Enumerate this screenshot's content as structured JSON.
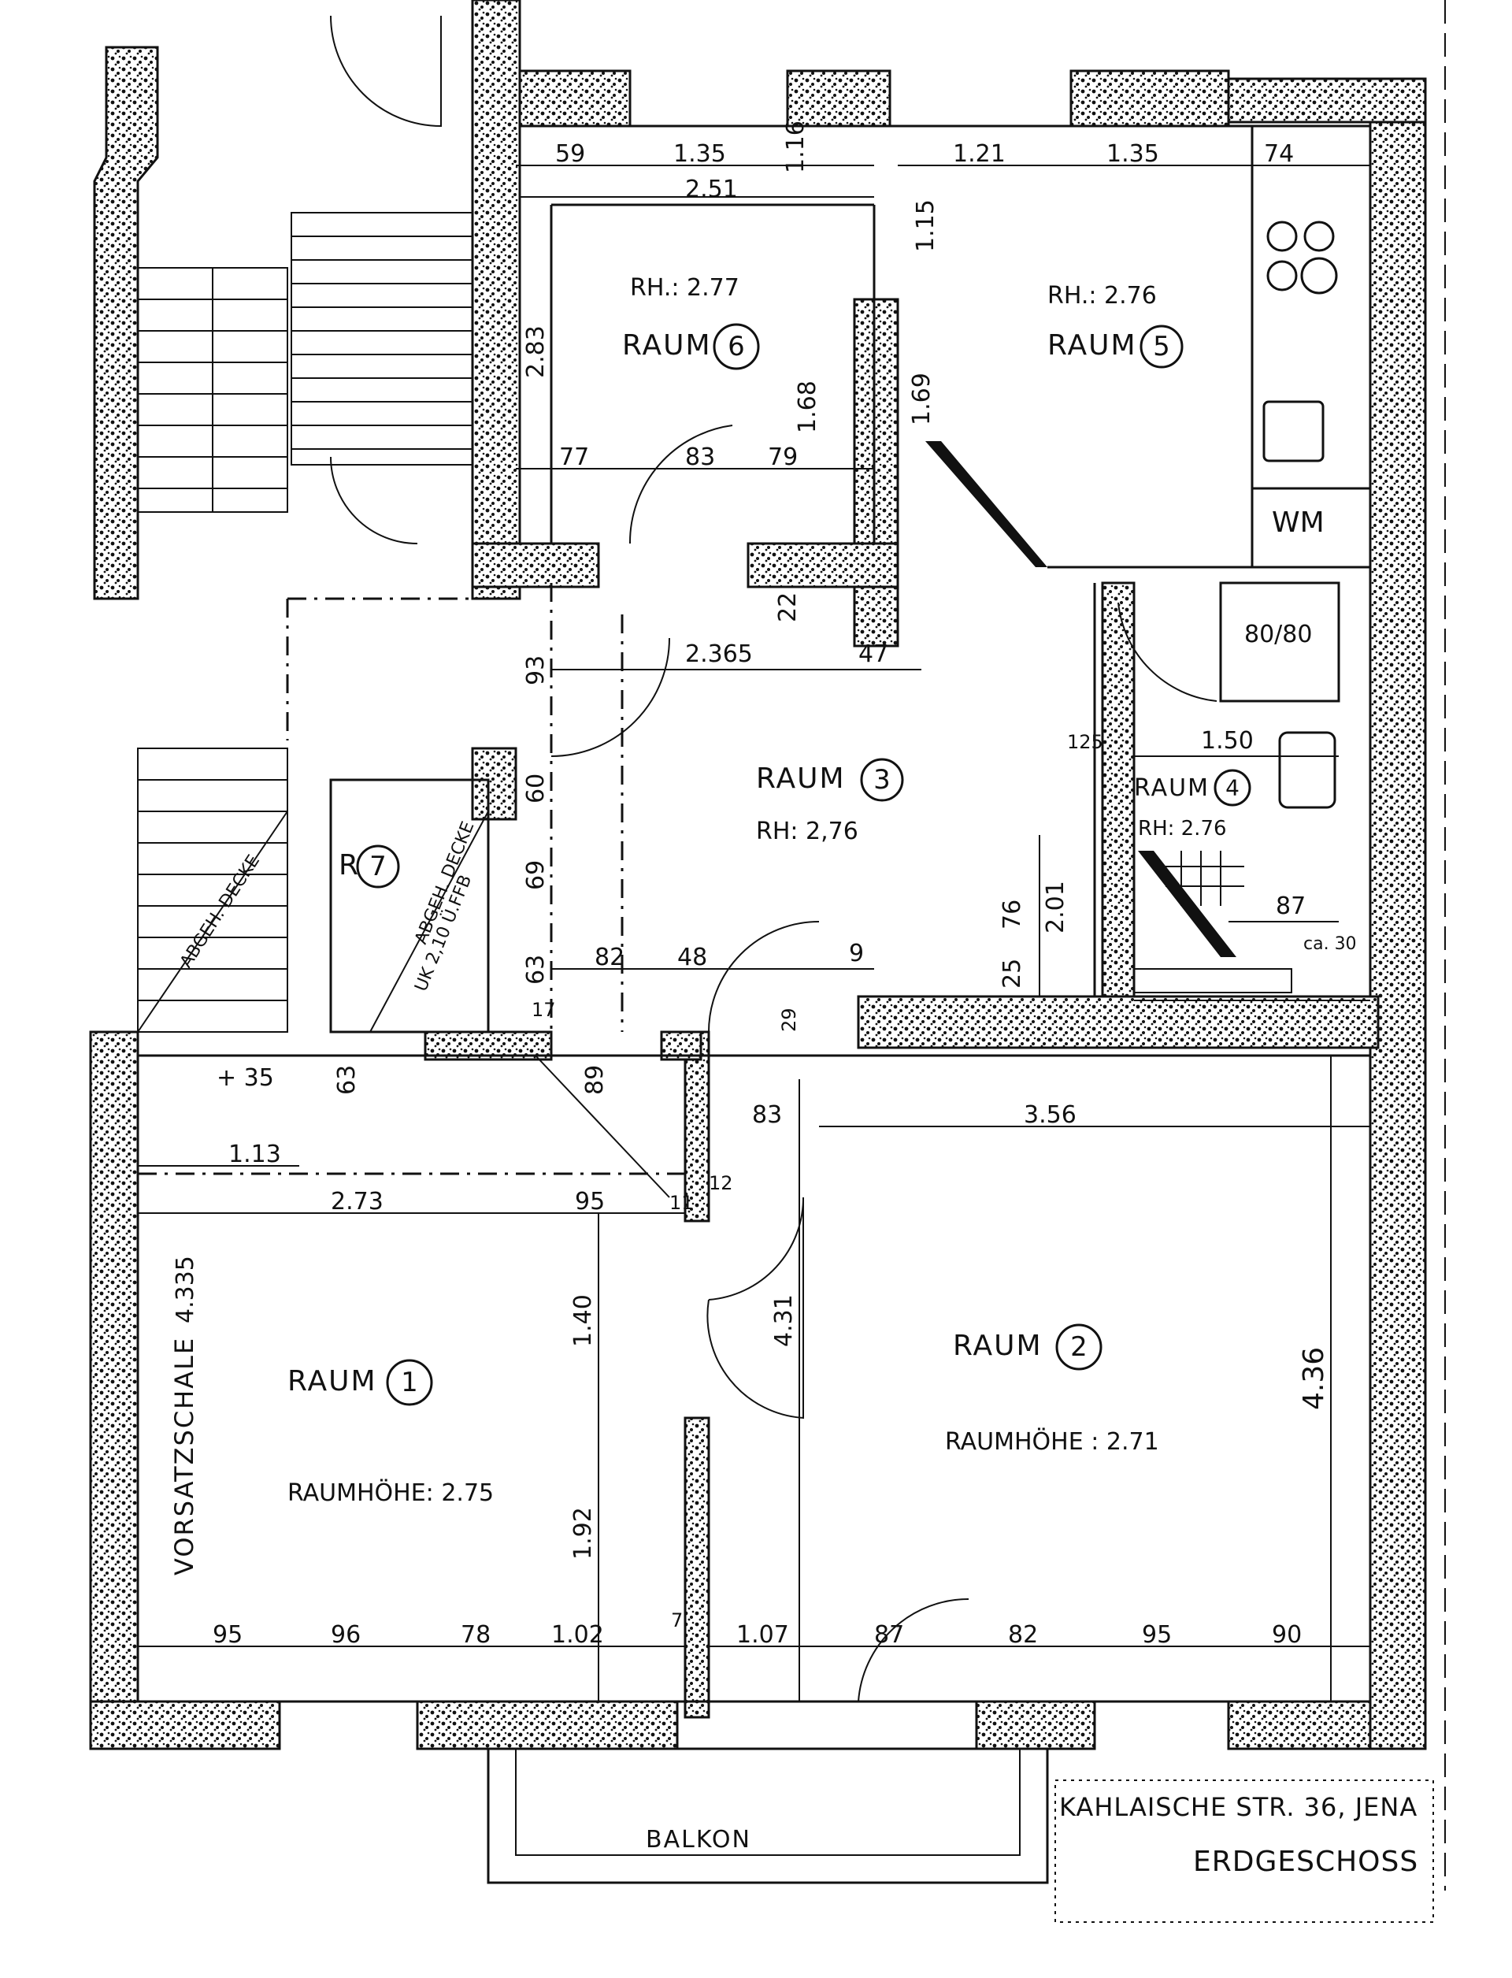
{
  "rooms": {
    "r1": {
      "name": "RAUM",
      "num": "1",
      "height": "RAUMHÖHE: 2.75"
    },
    "r2": {
      "name": "RAUM",
      "num": "2",
      "height": "RAUMHÖHE : 2.71"
    },
    "r3": {
      "name": "RAUM",
      "num": "3",
      "height": "RH: 2,76"
    },
    "r4": {
      "name": "RAUM",
      "num": "4",
      "height": "RH: 2.76"
    },
    "r5": {
      "name": "RAUM",
      "num": "5",
      "height": "RH.: 2.76"
    },
    "r6": {
      "name": "RAUM",
      "num": "6",
      "height": "RH.: 2.77"
    },
    "r7": {
      "name": "R",
      "num": "7"
    }
  },
  "labels": {
    "vorsatzschale": "VORSATZSCHALE",
    "abgeh_decke_1": "ABGEH. DECKE",
    "abgeh_decke_2": "ABGEH. DECKE",
    "uk": "UK 2,10 Ü.FFB",
    "wm": "WM",
    "shower": "80/80",
    "balkon": "BALKON",
    "address": "KAHLAISCHE STR. 36, JENA",
    "floor": "ERDGESCHOSS",
    "plus35": "+ 35"
  },
  "dims": {
    "d1": "59",
    "d2": "1.35",
    "d3": "1.16",
    "d4": "2.51",
    "d5": "1.21",
    "d6": "1.35",
    "d7": "74",
    "d8": "2.83",
    "d9": "1.68",
    "d10": "1.69",
    "d11": "77",
    "d12": "83",
    "d13": "79",
    "d14": "1.15",
    "d15": "2.365",
    "d16": "47",
    "d17": "93",
    "d18": "22",
    "d19": "60",
    "d20": "69",
    "d21": "63",
    "d22": "82",
    "d23": "48",
    "d24": "9",
    "d25": "76",
    "d26": "2.01",
    "d27": "25",
    "d28": "125",
    "d29": "1.50",
    "d30": "87",
    "d31": "ca. 30",
    "d32": "17",
    "d33": "29",
    "d34": "63",
    "d35": "89",
    "d36": "83",
    "d37": "3.56",
    "d38": "1.13",
    "d39": "2.73",
    "d40": "95",
    "d41": "11",
    "d42": "12",
    "d43": "1.40",
    "d44": "4.31",
    "d45": "4.36",
    "d46": "4.335",
    "d47": "1.92",
    "d48": "95",
    "d49": "96",
    "d50": "78",
    "d51": "1.02",
    "d52": "7",
    "d53": "1.07",
    "d54": "87",
    "d55": "82",
    "d56": "95",
    "d57": "90"
  }
}
